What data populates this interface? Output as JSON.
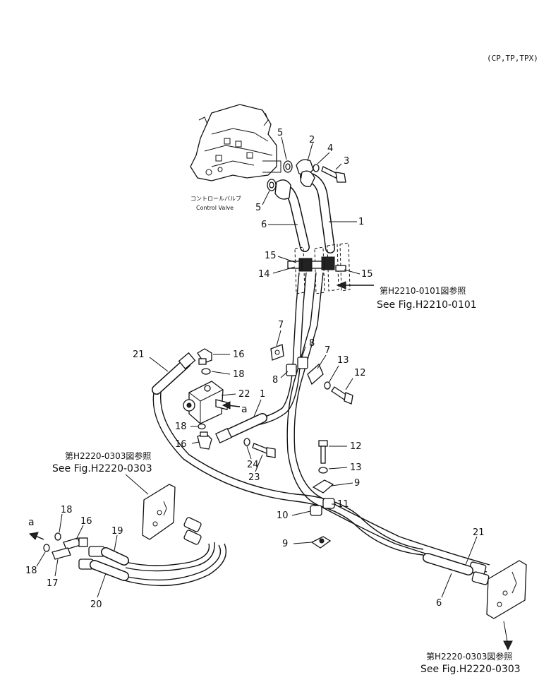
{
  "model_code": "(CP,TP,TPX)",
  "labels": {
    "control_valve_jp": "コントロールバルブ",
    "control_valve_en": "Control Valve",
    "arrow_a1": "a",
    "arrow_a2": "a"
  },
  "references": {
    "ref1_jp": "第H2210-0101図参照",
    "ref1_en": "See Fig.H2210-0101",
    "ref2_jp": "第H2220-0303図参照",
    "ref2_en": "See Fig.H2220-0303",
    "ref3_jp": "第H2220-0303図参照",
    "ref3_en": "See Fig.H2220-0303"
  },
  "callouts": {
    "c5a": "5",
    "c2": "2",
    "c4": "4",
    "c3": "3",
    "c5b": "5",
    "c6a": "6",
    "c1a": "1",
    "c15a": "15",
    "c14": "14",
    "c15b": "15",
    "c7a": "7",
    "c8a": "8",
    "c7b": "7",
    "c8b": "8",
    "c13a": "13",
    "c12a": "12",
    "c21a": "21",
    "c16a": "16",
    "c18a": "18",
    "c22": "22",
    "c1b": "1",
    "c18b": "18",
    "c16b": "16",
    "c24": "24",
    "c23": "23",
    "c12b": "12",
    "c13b": "13",
    "c9a": "9",
    "c11": "11",
    "c10": "10",
    "c9b": "9",
    "c18c": "18",
    "c16c": "16",
    "c19": "19",
    "c18d": "18",
    "c17": "17",
    "c20": "20",
    "c21b": "21",
    "c6b": "6"
  }
}
